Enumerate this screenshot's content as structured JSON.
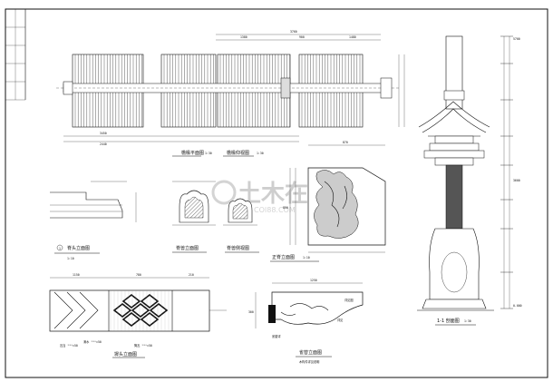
{
  "sheet": {
    "watermark": "土木在线",
    "watermark_url": "COI88.COM"
  },
  "labels": {
    "plan_title": "檐椽平面图",
    "plan_scale": "1:30",
    "rafter_title": "檐椽仰视图",
    "rafter_scale": "1:30",
    "section_title": "1-1 剖面图",
    "section_scale": "1:30",
    "ornament_title": "正脊立面图",
    "ornament_scale": "1:10",
    "detail1_title": "脊头立面图",
    "detail1_scale": "1:10",
    "detail2_title": "脊兽立面图",
    "detail3_title": "脊兽侧视图",
    "pattern_title": "墀头立面图",
    "bracket_title": "雀替立面图",
    "bracket_note": "木构件详见说明",
    "note_left1": "瓦当 ²⁸⁰×50",
    "note_left2": "滴水 ²⁸⁰×50",
    "note_left3": "筒瓦 ²⁸⁰×50",
    "note_bracket1": "详见图",
    "note_bracket2": "详见",
    "note_bracket3": "雀替详",
    "circle_num": "1"
  },
  "dims": {
    "top_total": "3760",
    "top_a": "1380",
    "top_b": "900",
    "top_c": "1480",
    "plan_row1": "3450",
    "plan_row2": "2440",
    "pattern_a": "1150",
    "pattern_b": "780",
    "pattern_c": "210",
    "bracket_w": "1250",
    "bracket_h": "300",
    "ornament_w": "870",
    "ornament_h": "850",
    "section_top": "5700",
    "section_mid": "3600",
    "section_bot": "0.000"
  }
}
